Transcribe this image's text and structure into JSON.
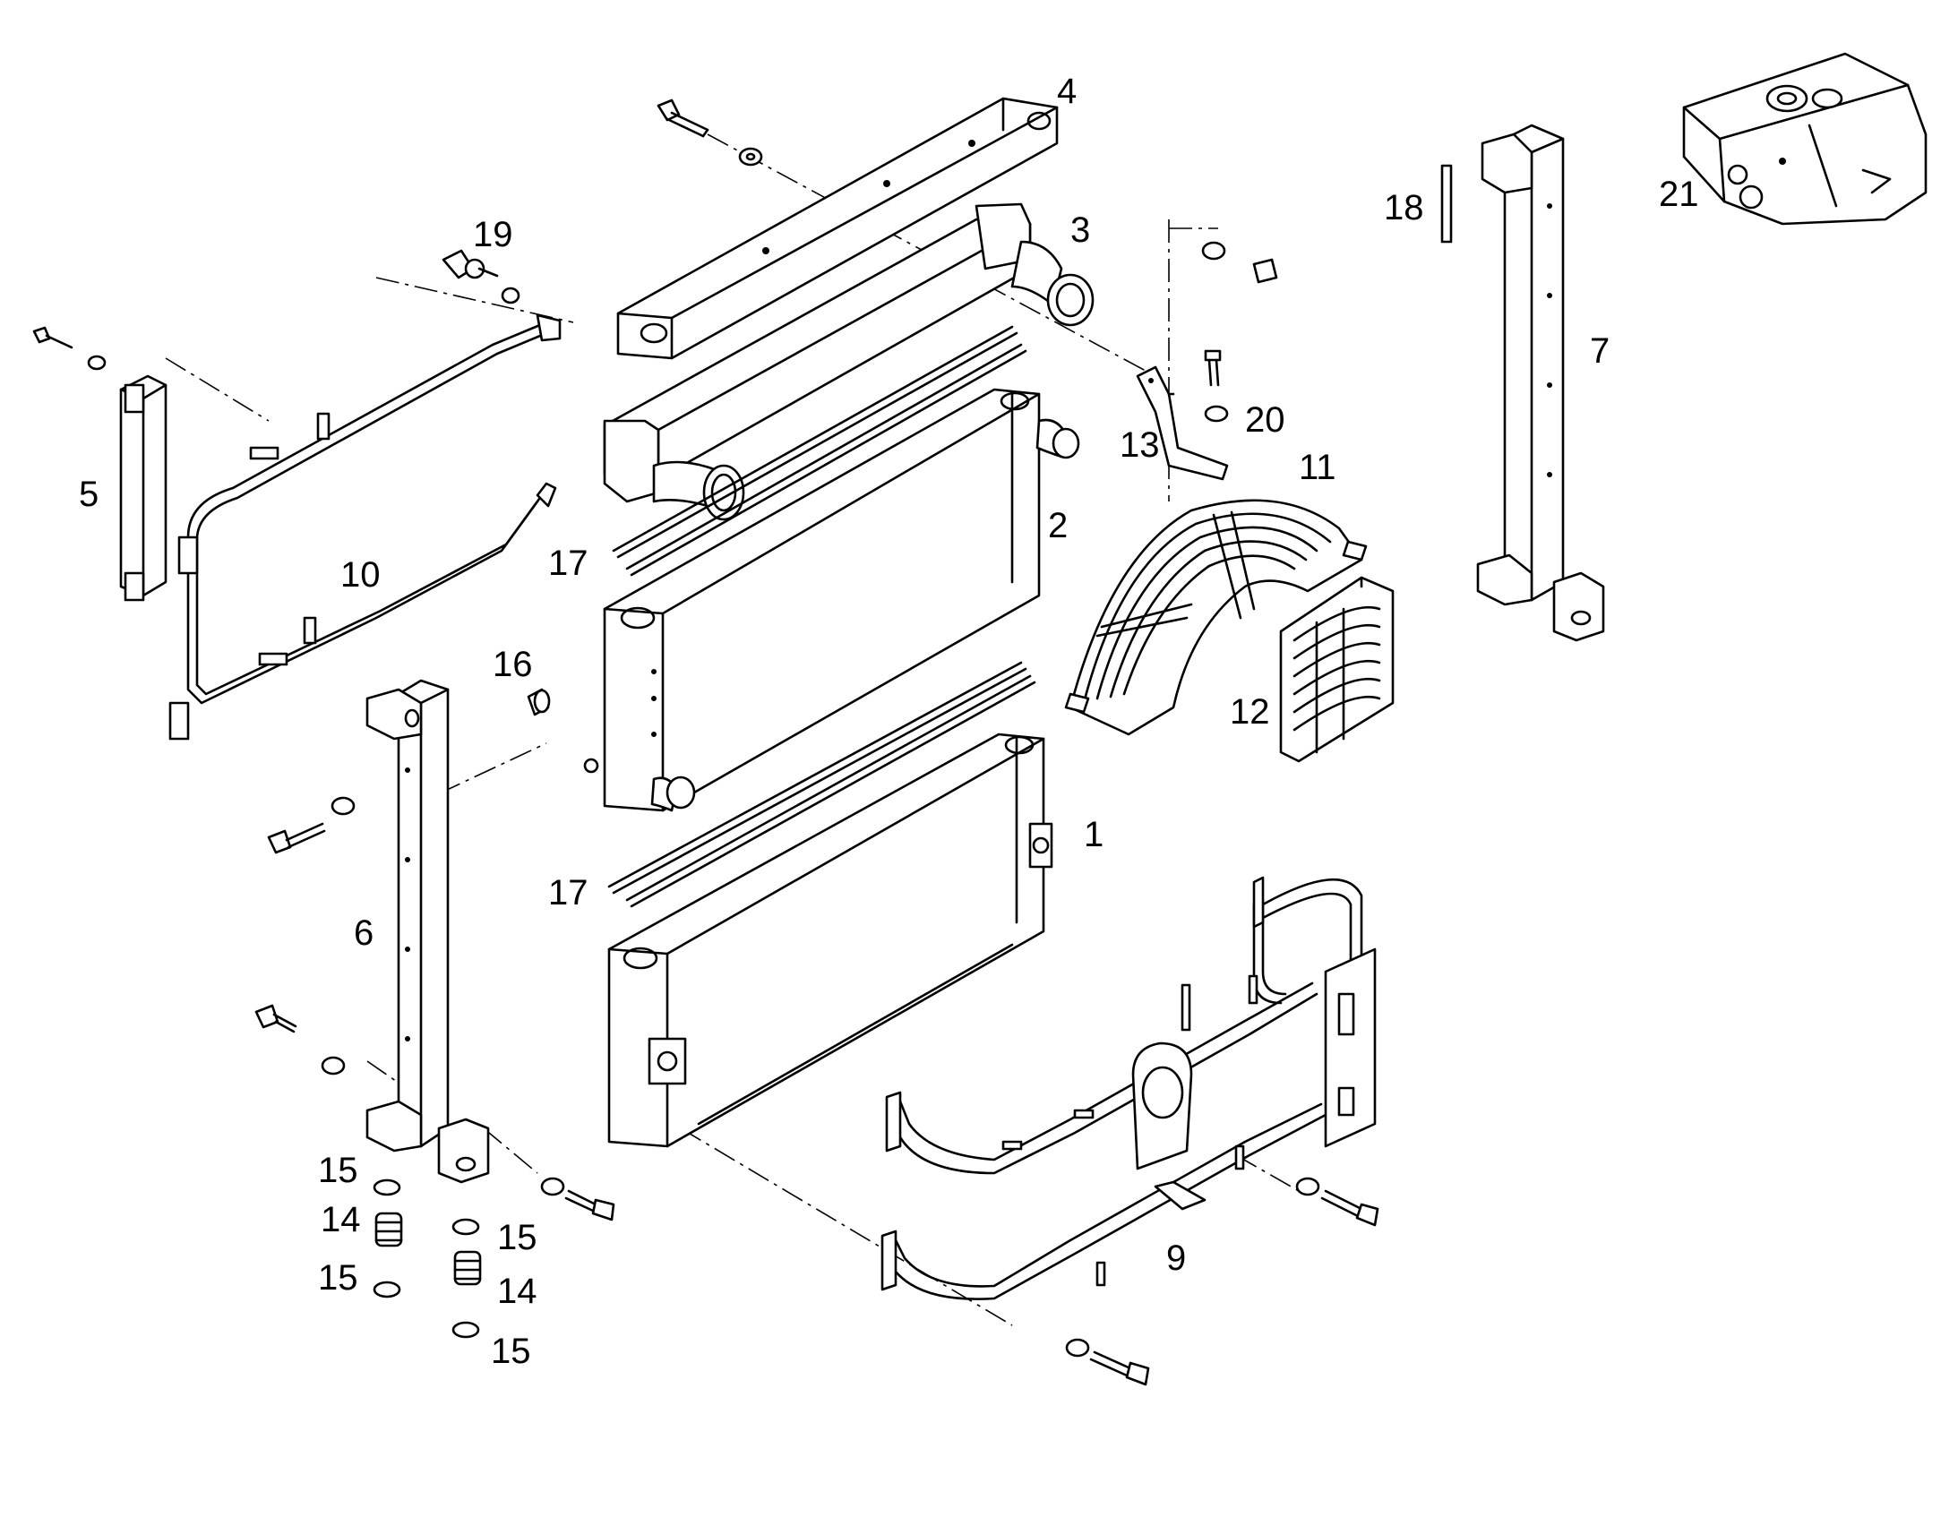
{
  "colors": {
    "line": "#000000",
    "background": "#ffffff"
  },
  "callouts": {
    "c1": "1",
    "c2": "2",
    "c3": "3",
    "c4": "4",
    "c5": "5",
    "c6": "6",
    "c7": "7",
    "c9": "9",
    "c10": "10",
    "c11": "11",
    "c12": "12",
    "c13": "13",
    "c14a": "14",
    "c14b": "14",
    "c15a": "15",
    "c15b": "15",
    "c15c": "15",
    "c15d": "15",
    "c16": "16",
    "c17a": "17",
    "c17b": "17",
    "c18": "18",
    "c19": "19",
    "c20": "20",
    "c21": "21"
  }
}
